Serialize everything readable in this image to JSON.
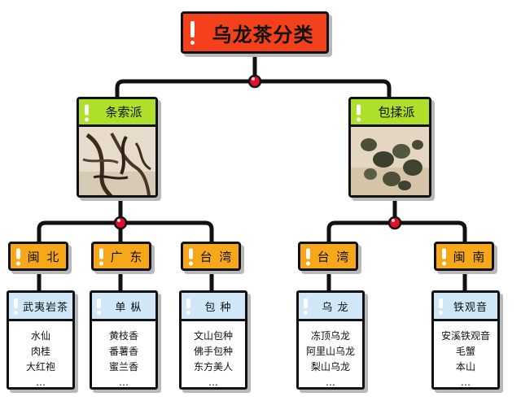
{
  "title": "乌龙茶分类",
  "groups": [
    {
      "name": "条索派",
      "image": "twisted-oolong-leaves",
      "regions": [
        {
          "name": "闽 北",
          "card_title": "武夷岩茶",
          "items": [
            "水仙",
            "肉桂",
            "大红袍",
            "…"
          ]
        },
        {
          "name": "广 东",
          "card_title": "单 枞",
          "items": [
            "黄枝香",
            "番薯香",
            "蜜兰香",
            "…"
          ]
        },
        {
          "name": "台 湾",
          "card_title": "包 种",
          "items": [
            "文山包种",
            "佛手包种",
            "东方美人",
            "…"
          ]
        }
      ]
    },
    {
      "name": "包揉派",
      "image": "rolled-oolong-balls",
      "regions": [
        {
          "name": "台 湾",
          "card_title": "乌 龙",
          "items": [
            "冻顶乌龙",
            "阿里山乌龙",
            "梨山乌龙",
            "…"
          ]
        },
        {
          "name": "闽 南",
          "card_title": "铁观音",
          "items": [
            "安溪铁观音",
            "毛蟹",
            "本山",
            "…"
          ]
        }
      ]
    }
  ],
  "colors": {
    "root": "#f5401c",
    "group_header": "#aee02a",
    "region": "#f7a81a",
    "card_header": "#cfe7f7",
    "connector": "#111111",
    "junction": "#e0102a"
  }
}
